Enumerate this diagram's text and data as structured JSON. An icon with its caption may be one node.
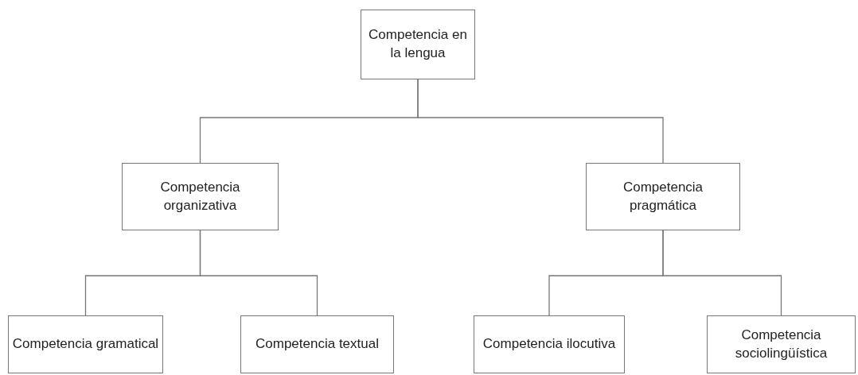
{
  "diagram": {
    "nodes": [
      {
        "text": [
          "Competencia en la lengua"
        ]
      },
      {
        "text": [
          "Competencia organizativa"
        ]
      },
      {
        "text": [
          "Competencia pragmática"
        ]
      },
      {
        "text": [
          "Competencia gramatical"
        ]
      },
      {
        "text": [
          "Competencia textual"
        ]
      },
      {
        "text": [
          "Competencia ilocutiva"
        ]
      },
      {
        "text": [
          "Competencia sociolingüística"
        ]
      }
    ],
    "edges": [
      {
        "from": 0,
        "to": 1,
        "arrow": "none"
      },
      {
        "from": 0,
        "to": 2,
        "arrow": "none"
      },
      {
        "from": 1,
        "to": 3,
        "arrow": "none"
      },
      {
        "from": 1,
        "to": 4,
        "arrow": "none"
      },
      {
        "from": 2,
        "to": 5,
        "arrow": "none"
      },
      {
        "from": 2,
        "to": 6,
        "arrow": "none"
      }
    ]
  }
}
